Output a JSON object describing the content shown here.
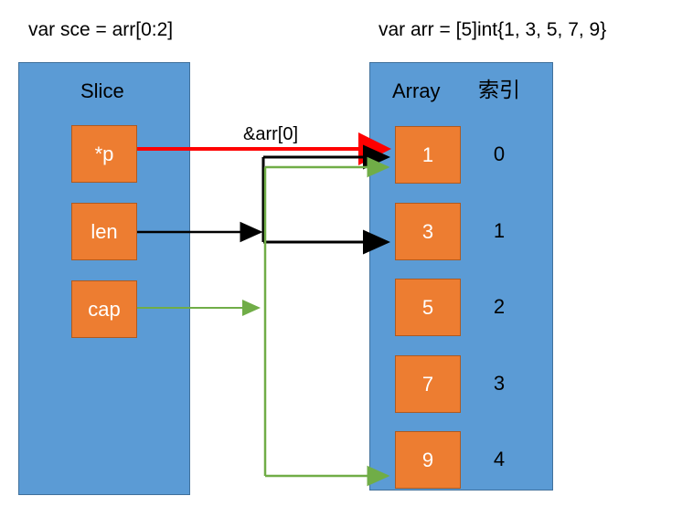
{
  "captions": {
    "slice_decl": "var sce = arr[0:2]",
    "array_decl": "var arr = [5]int{1, 3, 5, 7, 9}"
  },
  "slice_panel": {
    "title": "Slice",
    "fields": [
      {
        "label": "*p",
        "edge_color": "#FF0000"
      },
      {
        "label": "len",
        "edge_color": "#000000"
      },
      {
        "label": "cap",
        "edge_color": "#70AD47"
      }
    ]
  },
  "array_panel": {
    "title": "Array",
    "index_header": "索引",
    "elements": [
      {
        "value": "1",
        "index": "0"
      },
      {
        "value": "3",
        "index": "1"
      },
      {
        "value": "5",
        "index": "2"
      },
      {
        "value": "7",
        "index": "3"
      },
      {
        "value": "9",
        "index": "4"
      }
    ]
  },
  "annotations": {
    "pointer_label": "&arr[0]"
  },
  "colors": {
    "panel_fill": "#5B9BD5",
    "panel_stroke": "#41719C",
    "cell_fill": "#ED7D31",
    "cell_stroke": "#AE5A21",
    "pointer_arrow": "#FF0000",
    "len_arrow": "#000000",
    "cap_arrow": "#70AD47",
    "text_light": "#FFFFFF",
    "text_dark": "#000000",
    "background": "#FFFFFF"
  }
}
